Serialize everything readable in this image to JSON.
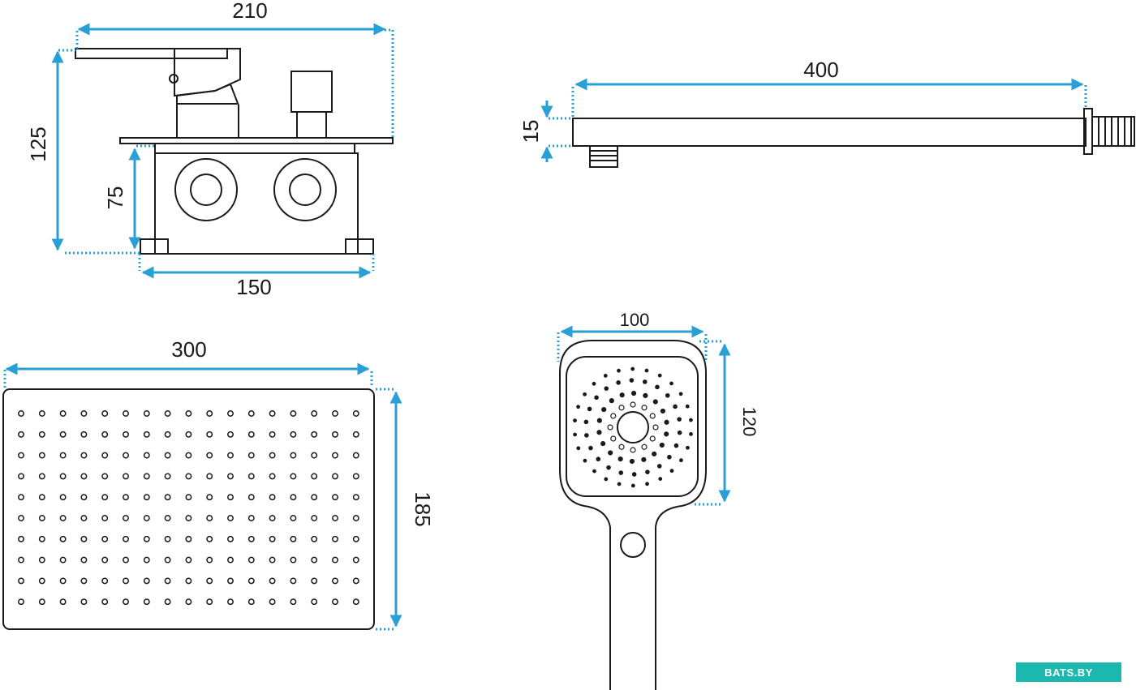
{
  "colors": {
    "dimension": "#2a9fd6",
    "outline": "#1a1a1a",
    "watermark_bg": "#1bb8b0"
  },
  "mixer": {
    "width_label": "210",
    "height_label": "125",
    "box_height_label": "75",
    "box_width_label": "150"
  },
  "arm": {
    "length_label": "400",
    "thickness_label": "15"
  },
  "rain_shower": {
    "width_label": "300",
    "height_label": "185"
  },
  "hand_shower": {
    "width_label": "100",
    "height_label": "120"
  },
  "watermark": {
    "text": "BATS.BY"
  }
}
